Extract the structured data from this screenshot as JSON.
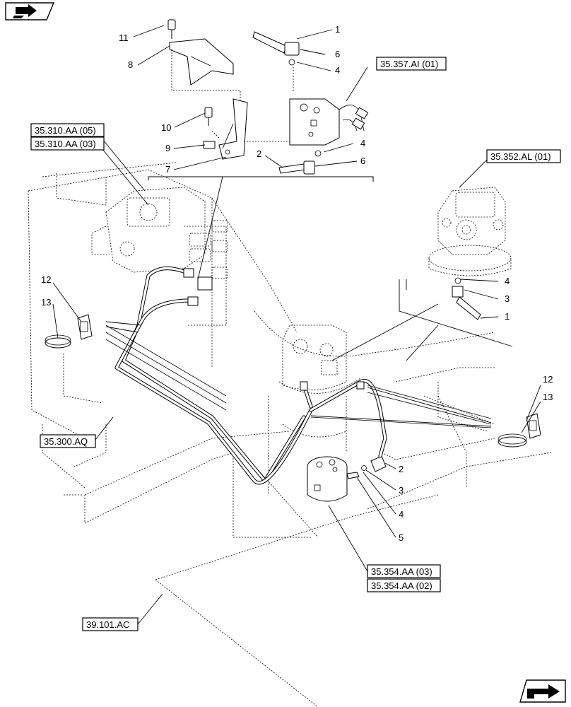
{
  "callouts": [
    {
      "label": "11"
    },
    {
      "label": "8"
    },
    {
      "label": "10"
    },
    {
      "label": "9"
    },
    {
      "label": "7"
    },
    {
      "label": "1"
    },
    {
      "label": "6"
    },
    {
      "label": "4"
    },
    {
      "label": "4"
    },
    {
      "label": "2"
    },
    {
      "label": "6"
    },
    {
      "label": "4"
    },
    {
      "label": "3"
    },
    {
      "label": "1"
    },
    {
      "label": "12"
    },
    {
      "label": "13"
    },
    {
      "label": "12"
    },
    {
      "label": "13"
    },
    {
      "label": "2"
    },
    {
      "label": "3"
    },
    {
      "label": "4"
    },
    {
      "label": "5"
    }
  ],
  "references": [
    {
      "label": "35.357.AI (01)"
    },
    {
      "label": "35.310.AA (05)"
    },
    {
      "label": "35.310.AA (03)"
    },
    {
      "label": "35.352.AL (01)"
    },
    {
      "label": "35.300.AQ"
    },
    {
      "label": "35.354.AA (03)"
    },
    {
      "label": "35.354.AA (02)"
    },
    {
      "label": "39.101.AC"
    }
  ],
  "icons": {
    "top_left": "book-arrow-icon",
    "bottom_right": "next-page-arrow-icon"
  }
}
